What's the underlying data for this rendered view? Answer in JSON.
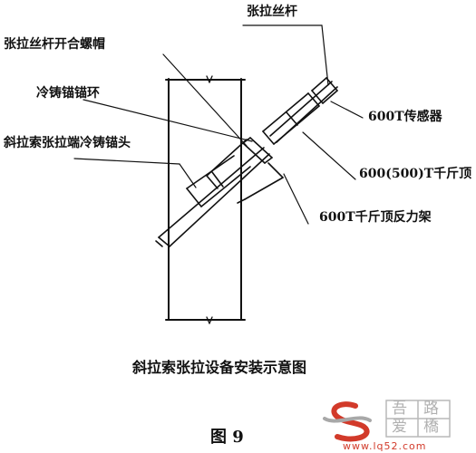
{
  "labels": {
    "tension_screw_rod": "张拉丝杆",
    "split_nut": "张拉丝杆开合螺帽",
    "cold_cast_anchor_ring": "冷铸锚锚环",
    "cold_cast_anchor_head": "斜拉索张拉端冷铸锚头",
    "sensor": "600T传感器",
    "jack": "600(500)T千斤顶",
    "reaction_frame": "600T千斤顶反力架"
  },
  "caption": {
    "title": "斜拉索张拉设备安装示意图",
    "figure": "图 9"
  },
  "watermark": {
    "chars": [
      "吾",
      "路",
      "爱",
      "橋"
    ],
    "url": "www.lq52.com",
    "colors": {
      "red": "#d23a2a",
      "gray": "#9a9a9a"
    }
  }
}
